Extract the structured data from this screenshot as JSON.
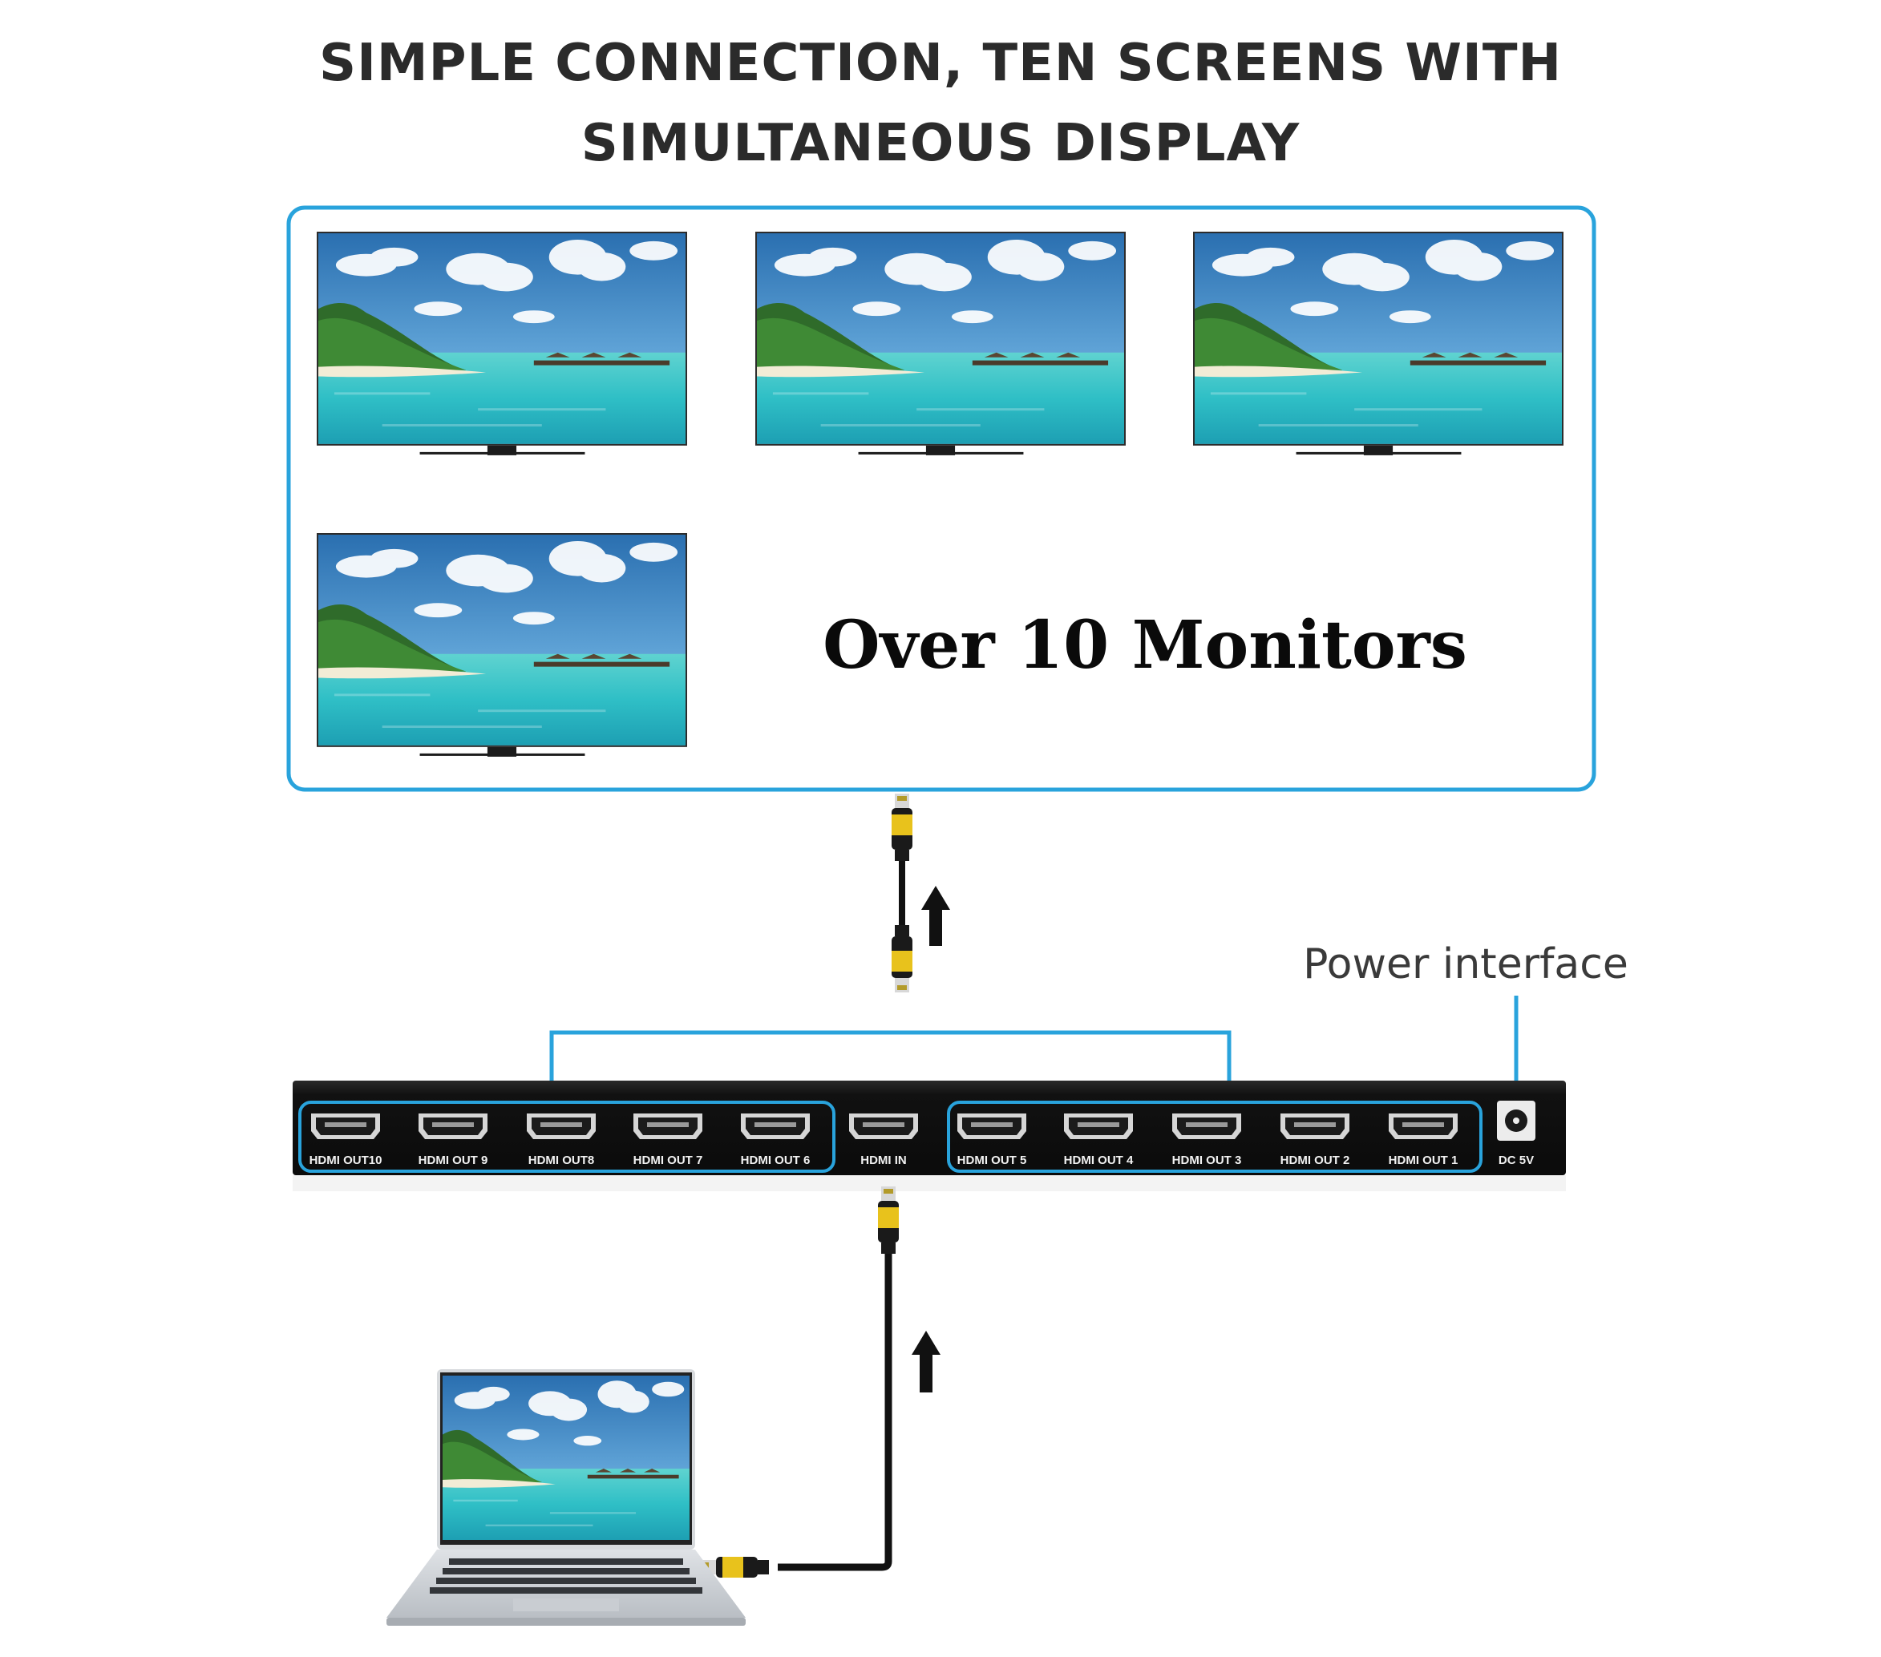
{
  "title": {
    "line1": "SIMPLE CONNECTION, TEN SCREENS WITH",
    "line2": "SIMULTANEOUS DISPLAY"
  },
  "display_panel": {
    "label": "Over 10 Monitors",
    "monitor_count_shown": 4
  },
  "power_interface": {
    "label": "Power interface"
  },
  "splitter": {
    "ports": [
      {
        "label": "HDMI OUT10"
      },
      {
        "label": "HDMI OUT 9"
      },
      {
        "label": "HDMI OUT8"
      },
      {
        "label": "HDMI OUT 7"
      },
      {
        "label": "HDMI OUT 6"
      },
      {
        "label": "HDMI IN"
      },
      {
        "label": "HDMI OUT 5"
      },
      {
        "label": "HDMI OUT 4"
      },
      {
        "label": "HDMI OUT 3"
      },
      {
        "label": "HDMI OUT 2"
      },
      {
        "label": "HDMI OUT 1"
      }
    ],
    "power_port_label": "DC 5V"
  },
  "colors": {
    "accent_blue": "#29a3dc",
    "device_body": "#141414",
    "cable_tip": "#e8c21c",
    "text_dark": "#2b2b2b"
  }
}
